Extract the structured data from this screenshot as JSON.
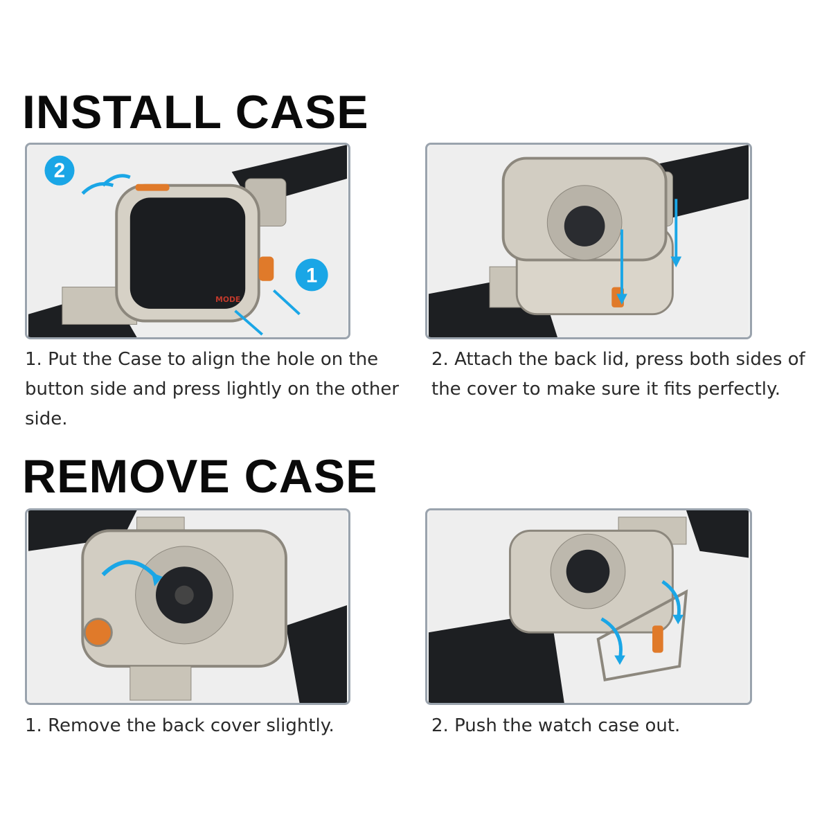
{
  "install": {
    "title": "INSTALL CASE",
    "step1": {
      "caption": "1. Put the Case to align the hole on the button side and press lightly on the other side.",
      "badge_a": "2",
      "badge_b": "1",
      "mode_label": "MODE"
    },
    "step2": {
      "caption": "2. Attach the back lid, press both sides of the cover to make sure it fits perfectly."
    }
  },
  "remove": {
    "title": "REMOVE CASE",
    "step1": {
      "caption": "1. Remove the back cover slightly."
    },
    "step2": {
      "caption": "2. Push the watch case out."
    }
  },
  "colors": {
    "arrow": "#1aa6e6",
    "orange": "#e07a2a",
    "titanium": "#c9c4b8",
    "band": "#1d1f22"
  }
}
